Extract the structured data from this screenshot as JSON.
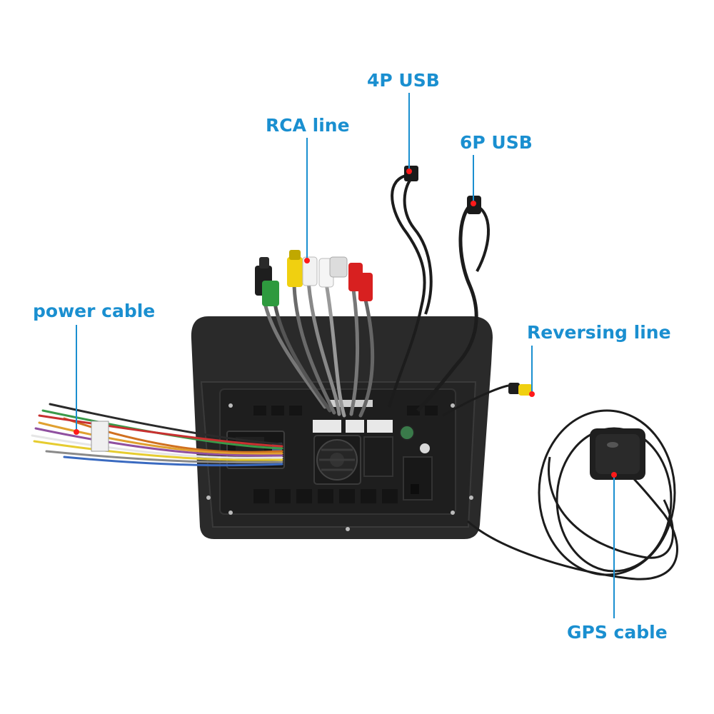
{
  "callouts": {
    "rca_line": "RCA line",
    "usb_4p": "4P USB",
    "usb_6p": "6P USB",
    "power_cable": "power cable",
    "reversing_line": "Reversing line",
    "gps_cable": "GPS cable"
  },
  "colors": {
    "callout_text": "#1a8fd0",
    "callout_dot": "#ff1a1a",
    "unit_body": "#2b2b2b",
    "background": "#ffffff"
  }
}
